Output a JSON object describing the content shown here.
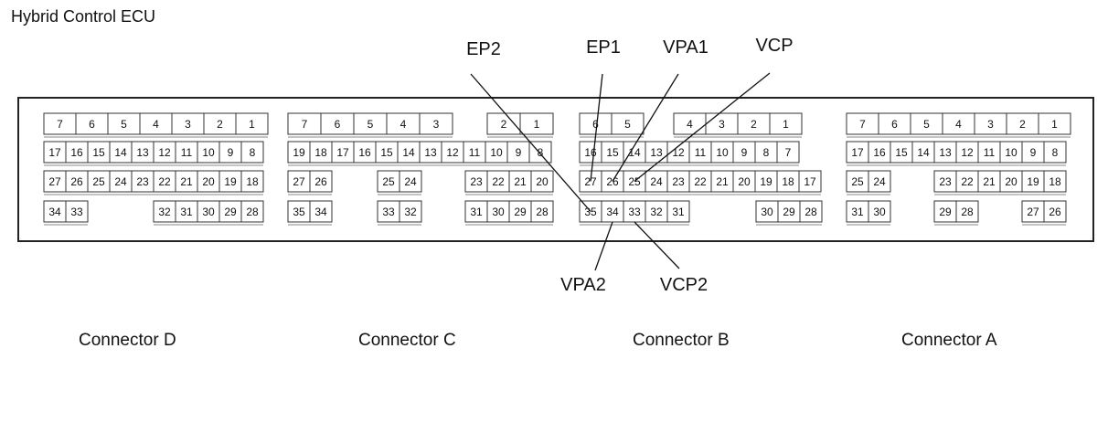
{
  "title": "Hybrid Control ECU",
  "connectors": [
    {
      "name": "Connector D",
      "rows": [
        [
          {
            "n": "7"
          },
          {
            "n": "6"
          },
          {
            "n": "5"
          },
          {
            "n": "4"
          },
          {
            "n": "3"
          },
          {
            "n": "2"
          },
          {
            "n": "1"
          }
        ],
        [
          {
            "n": "17"
          },
          {
            "n": "16"
          },
          {
            "n": "15"
          },
          {
            "n": "14"
          },
          {
            "n": "13"
          },
          {
            "n": "12"
          },
          {
            "n": "11"
          },
          {
            "n": "10"
          },
          {
            "n": "9"
          },
          {
            "n": "8"
          }
        ],
        [
          {
            "n": "27"
          },
          {
            "n": "26"
          },
          {
            "n": "25"
          },
          {
            "n": "24"
          },
          {
            "n": "23"
          },
          {
            "n": "22"
          },
          {
            "n": "21"
          },
          {
            "n": "20"
          },
          {
            "n": "19"
          },
          {
            "n": "18"
          }
        ],
        [
          {
            "n": "34"
          },
          {
            "n": "33"
          },
          {
            "n": "32"
          },
          {
            "n": "31"
          },
          {
            "n": "30"
          },
          {
            "n": "29"
          },
          {
            "n": "28"
          }
        ]
      ]
    },
    {
      "name": "Connector C",
      "rows": [
        [
          {
            "n": "7"
          },
          {
            "n": "6"
          },
          {
            "n": "5"
          },
          {
            "n": "4"
          },
          {
            "n": "3"
          },
          {
            "n": "2"
          },
          {
            "n": "1"
          }
        ],
        [
          {
            "n": "19"
          },
          {
            "n": "18"
          },
          {
            "n": "17"
          },
          {
            "n": "16"
          },
          {
            "n": "15"
          },
          {
            "n": "14"
          },
          {
            "n": "13"
          },
          {
            "n": "12"
          },
          {
            "n": "11"
          },
          {
            "n": "10"
          },
          {
            "n": "9"
          },
          {
            "n": "8"
          }
        ],
        [
          {
            "n": "27"
          },
          {
            "n": "26"
          },
          {
            "n": "25"
          },
          {
            "n": "24"
          },
          {
            "n": "23"
          },
          {
            "n": "22"
          },
          {
            "n": "21"
          },
          {
            "n": "20"
          }
        ],
        [
          {
            "n": "35"
          },
          {
            "n": "34"
          },
          {
            "n": "33"
          },
          {
            "n": "32"
          },
          {
            "n": "31"
          },
          {
            "n": "30"
          },
          {
            "n": "29"
          },
          {
            "n": "28"
          }
        ]
      ]
    },
    {
      "name": "Connector B",
      "rows": [
        [
          {
            "n": "6"
          },
          {
            "n": "5"
          },
          {
            "n": "4"
          },
          {
            "n": "3"
          },
          {
            "n": "2"
          },
          {
            "n": "1"
          }
        ],
        [
          {
            "n": "16"
          },
          {
            "n": "15"
          },
          {
            "n": "14"
          },
          {
            "n": "13"
          },
          {
            "n": "12"
          },
          {
            "n": "11"
          },
          {
            "n": "10"
          },
          {
            "n": "9"
          },
          {
            "n": "8"
          },
          {
            "n": "7"
          }
        ],
        [
          {
            "n": "27"
          },
          {
            "n": "26"
          },
          {
            "n": "25"
          },
          {
            "n": "24"
          },
          {
            "n": "23"
          },
          {
            "n": "22"
          },
          {
            "n": "21"
          },
          {
            "n": "20"
          },
          {
            "n": "19"
          },
          {
            "n": "18"
          },
          {
            "n": "17"
          }
        ],
        [
          {
            "n": "35"
          },
          {
            "n": "34"
          },
          {
            "n": "33"
          },
          {
            "n": "32"
          },
          {
            "n": "31"
          },
          {
            "n": "30"
          },
          {
            "n": "29"
          },
          {
            "n": "28"
          }
        ]
      ]
    },
    {
      "name": "Connector A",
      "rows": [
        [
          {
            "n": "7"
          },
          {
            "n": "6"
          },
          {
            "n": "5"
          },
          {
            "n": "4"
          },
          {
            "n": "3"
          },
          {
            "n": "2"
          },
          {
            "n": "1"
          }
        ],
        [
          {
            "n": "17"
          },
          {
            "n": "16"
          },
          {
            "n": "15"
          },
          {
            "n": "14"
          },
          {
            "n": "13"
          },
          {
            "n": "12"
          },
          {
            "n": "11"
          },
          {
            "n": "10"
          },
          {
            "n": "9"
          },
          {
            "n": "8"
          }
        ],
        [
          {
            "n": "25"
          },
          {
            "n": "24"
          },
          {
            "n": "23"
          },
          {
            "n": "22"
          },
          {
            "n": "21"
          },
          {
            "n": "20"
          },
          {
            "n": "19"
          },
          {
            "n": "18"
          }
        ],
        [
          {
            "n": "31"
          },
          {
            "n": "30"
          },
          {
            "n": "29"
          },
          {
            "n": "28"
          },
          {
            "n": "27"
          },
          {
            "n": "26"
          }
        ]
      ]
    }
  ],
  "callouts": [
    {
      "label": "EP2",
      "pin": "35"
    },
    {
      "label": "EP1",
      "pin": "27"
    },
    {
      "label": "VPA1",
      "pin": "26"
    },
    {
      "label": "VCP",
      "pin": "25"
    },
    {
      "label": "VPA2",
      "pin": "34"
    },
    {
      "label": "VCP2",
      "pin": "33"
    }
  ]
}
